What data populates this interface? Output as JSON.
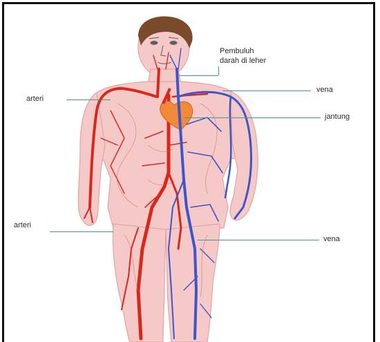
{
  "diagram": {
    "labels": {
      "neck_vessels_line1": "Pembuluh",
      "neck_vessels_line2": "darah di leher",
      "vein_upper": "vena",
      "heart": "jantung",
      "artery_upper": "arteri",
      "artery_lower": "arteri",
      "vein_lower": "vena"
    }
  }
}
